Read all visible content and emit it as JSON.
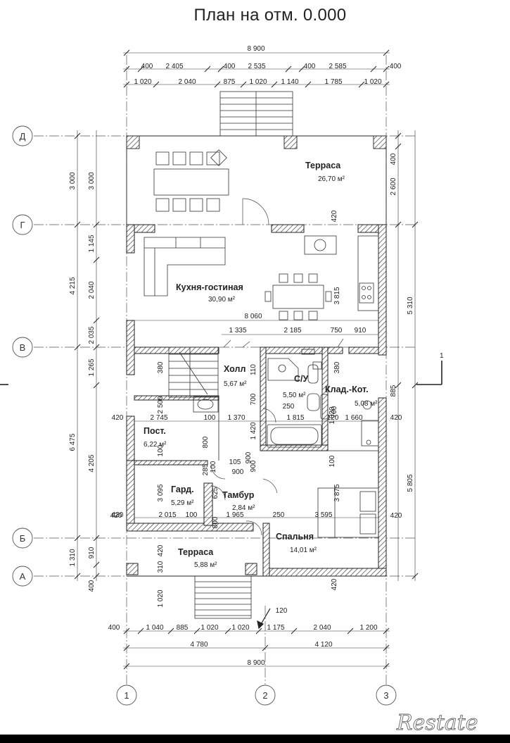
{
  "title": "План на отм. 0.000",
  "watermark": "Restate",
  "section_mark": "1",
  "axes": {
    "letters": [
      "Д",
      "Г",
      "В",
      "Б",
      "А"
    ],
    "numbers": [
      "1",
      "2",
      "3"
    ]
  },
  "rooms": [
    {
      "name": "Терраса",
      "area": "26,70 м²"
    },
    {
      "name": "Кухня-гостиная",
      "area": "30,90 м²"
    },
    {
      "name": "Холл",
      "area": "5,67 м²"
    },
    {
      "name": "С/У",
      "area": "5,50 м²"
    },
    {
      "name": "Клад.-Кот.",
      "area": "5,08 м²"
    },
    {
      "name": "Пост.",
      "area": "6,22 м²"
    },
    {
      "name": "Гард.",
      "area": "5,29 м²"
    },
    {
      "name": "Тамбур",
      "area": "2,84 м²"
    },
    {
      "name": "Спальня",
      "area": "14,01 м²"
    },
    {
      "name": "Терраса",
      "area": "5,88 м²"
    }
  ],
  "dims": {
    "top_total": "8 900",
    "top_row1": [
      "400",
      "2 405",
      "400",
      "2 535",
      "400",
      "2 585",
      "400"
    ],
    "top_row2": [
      "1 020",
      "2 040",
      "875",
      "1 020",
      "1 140",
      "1 785",
      "1 020"
    ],
    "bottom_row1": [
      "400",
      "1 040",
      "885",
      "1 020",
      "1 020",
      "1 175",
      "2 040",
      "1 200"
    ],
    "bottom_row2": [
      "4 780",
      "4 120"
    ],
    "bottom_total": "8 900",
    "left_outer": [
      "3 000",
      "4 215",
      "6 475",
      "1 310"
    ],
    "left_inner": [
      "1 145",
      "2 040",
      "2 035",
      "1 265",
      "4 205",
      "910",
      "400"
    ],
    "right_outer": [
      "5 310",
      "5 805"
    ],
    "right_inner": [
      "400",
      "2 600",
      "885"
    ],
    "interior": [
      "8 060",
      "1 335",
      "2 185",
      "750",
      "910",
      "2 745",
      "100",
      "1 370",
      "1 815",
      "120",
      "1 660",
      "2 015",
      "100",
      "1 965",
      "250",
      "3 595",
      "3 815",
      "3 875",
      "2 500",
      "3 095",
      "380",
      "380",
      "700",
      "1 420",
      "900",
      "800",
      "285",
      "625",
      "105",
      "900",
      "420",
      "420",
      "420",
      "420",
      "420",
      "420",
      "310",
      "420",
      "120",
      "250",
      "100",
      "100",
      "800",
      "110",
      "1 020",
      "700",
      "3 000",
      "420",
      "100",
      "1 020",
      "900"
    ]
  }
}
